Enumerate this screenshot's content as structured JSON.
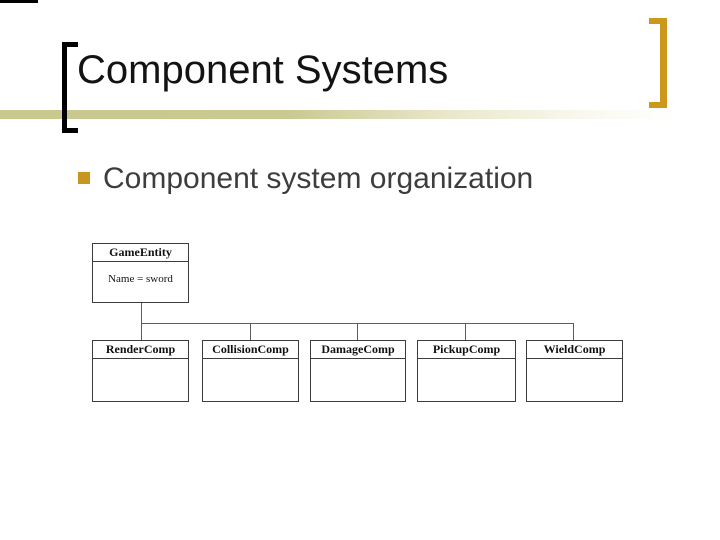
{
  "slide": {
    "title": "Component Systems",
    "bullet_text": "Component system organization"
  },
  "diagram": {
    "parent": {
      "title": "GameEntity",
      "attribute": "Name = sword"
    },
    "components": [
      "RenderComp",
      "CollisionComp",
      "DamageComp",
      "PickupComp",
      "WieldComp"
    ]
  },
  "colors": {
    "accent_gold": "#cc971a",
    "bullet_gold": "#c8961e",
    "divider_olive": "#c8c88f",
    "title_text": "#131313",
    "body_text": "#3d3d3d",
    "diagram_line": "#3c3c3c"
  }
}
